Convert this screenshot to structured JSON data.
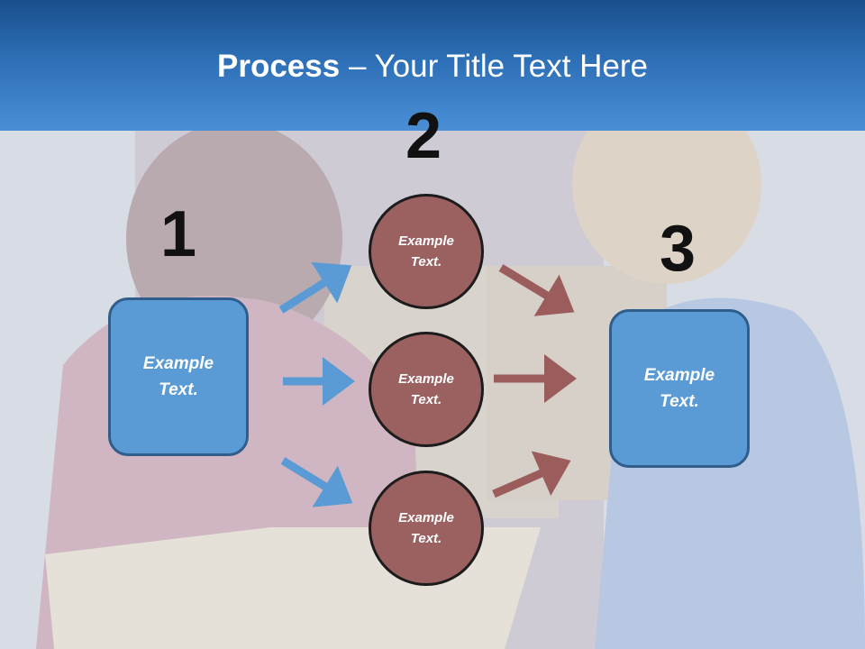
{
  "slide": {
    "title_bold": "Process",
    "title_rest": " – Your Title Text Here",
    "steps": {
      "one": "1",
      "two": "2",
      "three": "3"
    },
    "left_box": "Example\nText.",
    "right_box": "Example\nText.",
    "circles": [
      "Example\nText.",
      "Example\nText.",
      "Example\nText."
    ],
    "colors": {
      "header": "#2d6fb6",
      "box_fill": "#5b9bd5",
      "circle_fill": "#9b6161",
      "arrow_blue": "#5b9bd5",
      "arrow_brown": "#9b5c5c"
    }
  }
}
